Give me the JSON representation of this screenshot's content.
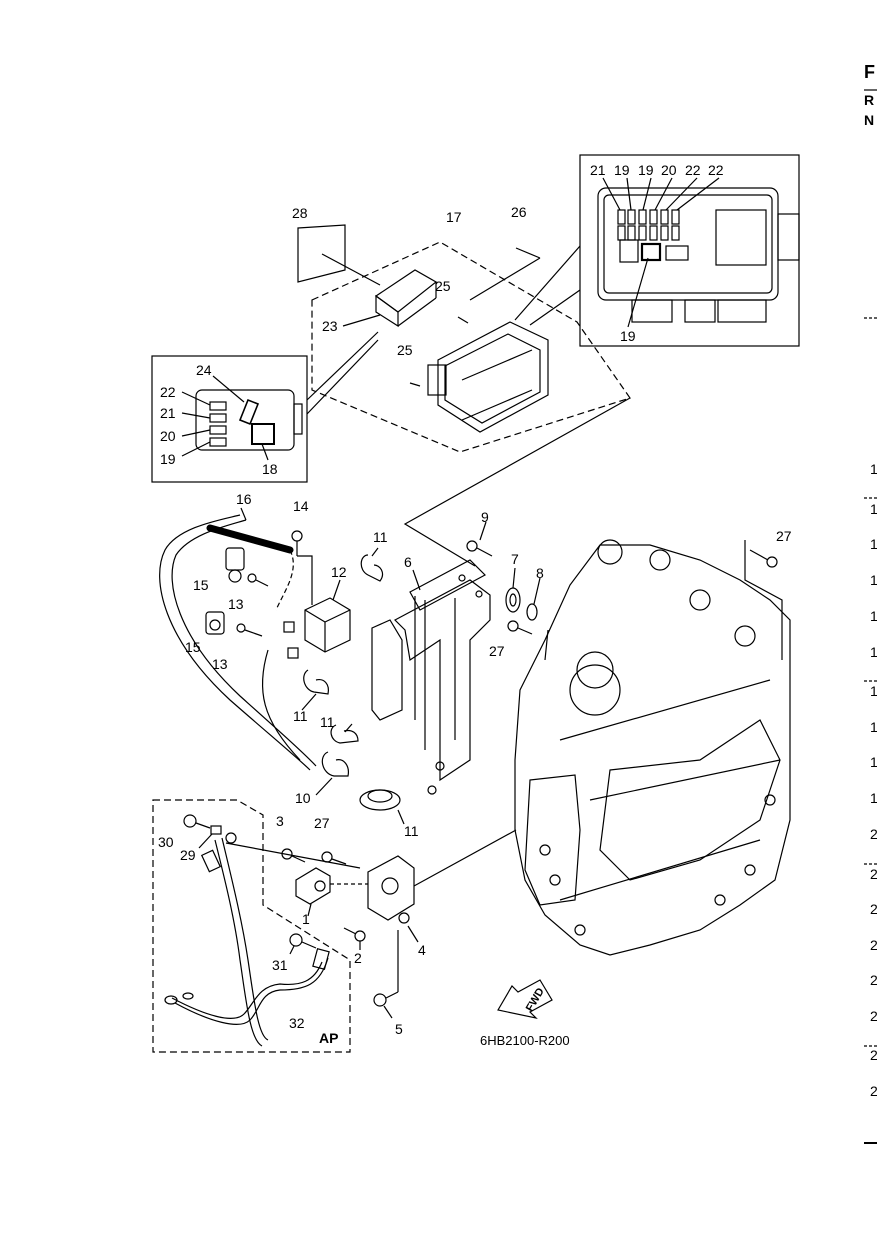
{
  "callouts": {
    "c1": "1",
    "c2": "2",
    "c3": "3",
    "c4": "4",
    "c5": "5",
    "c6": "6",
    "c7": "7",
    "c8": "8",
    "c9": "9",
    "c10": "10",
    "c11a": "11",
    "c11b": "11",
    "c11c": "11",
    "c11d": "11",
    "c12": "12",
    "c13a": "13",
    "c13b": "13",
    "c14": "14",
    "c15a": "15",
    "c15b": "15",
    "c16": "16",
    "c17": "17",
    "c18": "18",
    "c19a": "19",
    "c19b": "19",
    "c19c": "19",
    "c19d": "19",
    "c20a": "20",
    "c20b": "20",
    "c21a": "21",
    "c21b": "21",
    "c22a": "22",
    "c22b": "22",
    "c22c": "22",
    "c23": "23",
    "c24": "24",
    "c25a": "25",
    "c25b": "25",
    "c26": "26",
    "c27a": "27",
    "c27b": "27",
    "c27c": "27",
    "c28": "28",
    "c29": "29",
    "c30": "30",
    "c31": "31",
    "c32": "32"
  },
  "ap_label": "AP",
  "fwd_label": "FWD",
  "ref_code": "6HB2100-R200",
  "edge_letters": {
    "e1": "F",
    "e2": "R",
    "e3": "N"
  },
  "edge_digits": [
    "1",
    "1",
    "1",
    "1",
    "1",
    "1",
    "1",
    "1",
    "1",
    "1",
    "2",
    "2",
    "2",
    "2",
    "2",
    "2",
    "2",
    "2"
  ]
}
